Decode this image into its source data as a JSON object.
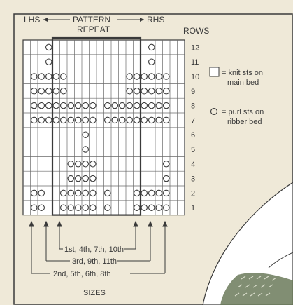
{
  "header": {
    "lhs": "LHS",
    "pattern": "PATTERN",
    "rhs": "RHS",
    "repeat": "REPEAT",
    "rows": "ROWS"
  },
  "rows": [
    "12",
    "11",
    "10",
    "9",
    "8",
    "7",
    "6",
    "5",
    "4",
    "3",
    "2",
    "1"
  ],
  "grid": [
    "...x.............x......",
    "...x.............x......",
    ".xxxxx........xxxxxx....",
    ".xxxxx........xxxxxx....",
    ".xxxxxxxxx.xxxxxxxxx....",
    ".xxxxxxxxx.xxxxxxxxx....",
    "........x...............",
    "........x...............",
    "......xxxx.........x....",
    "......xxxx.........x....",
    ".xx..xxxxx.x...xxxxx....",
    ".xx..xxxxx.x...xxxxx...."
  ],
  "legend": {
    "knit_line1": "= knit sts on",
    "knit_line2": "main bed",
    "purl_line1": "= purl sts on",
    "purl_line2": "ribber bed"
  },
  "sizes": {
    "a": "1st, 4th, 7th, 10th",
    "b": "3rd, 9th, 11th",
    "c": "2nd, 5th, 6th, 8th",
    "title": "SIZES"
  },
  "colors": {
    "paper": "#efe9d8",
    "ink": "#3a3a3a",
    "grid_line": "#6a6a6a",
    "inset_fill": "#ffffff",
    "inset_texture": "#6b7a5a"
  }
}
